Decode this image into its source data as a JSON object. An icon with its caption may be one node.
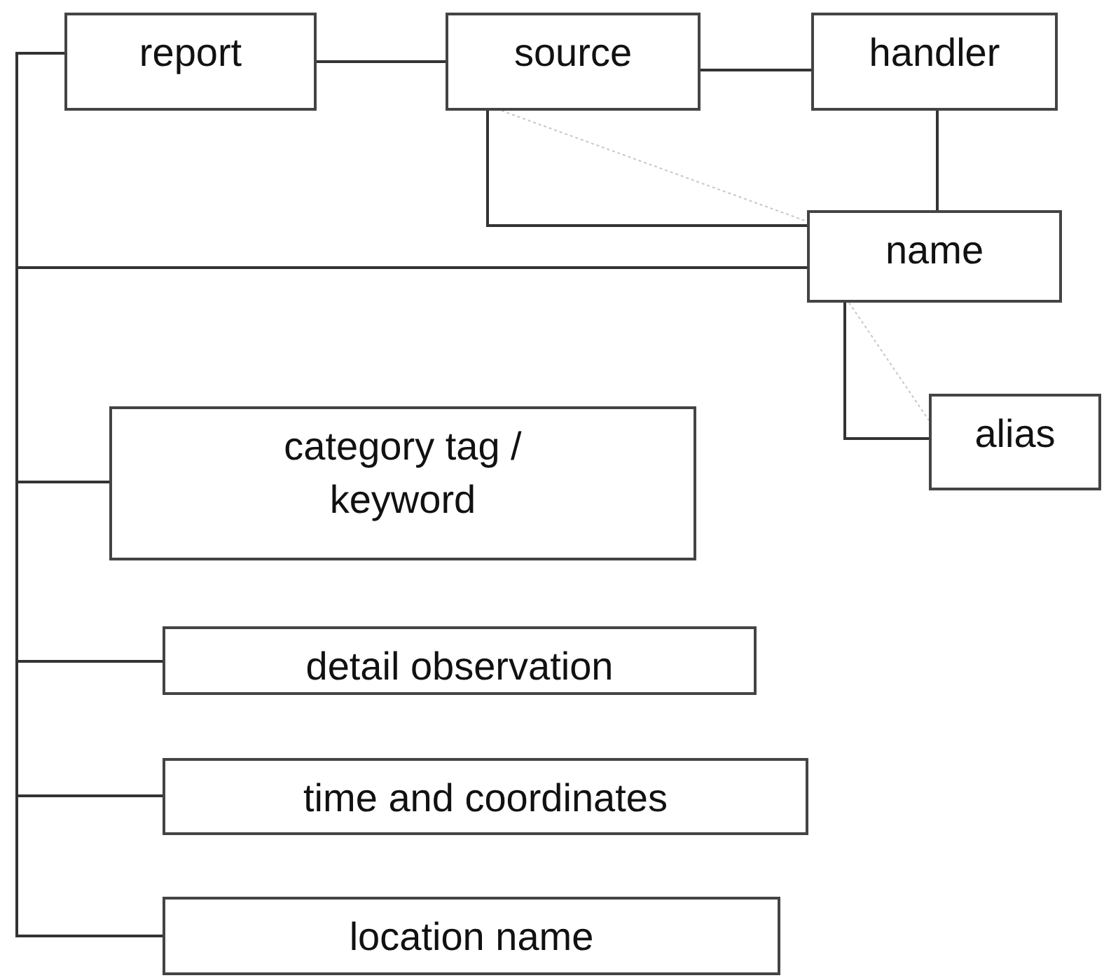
{
  "diagram": {
    "nodes": [
      {
        "text": [
          "report"
        ]
      },
      {
        "text": [
          "source"
        ]
      },
      {
        "text": [
          "handler"
        ]
      },
      {
        "text": [
          "name"
        ]
      },
      {
        "text": [
          "alias"
        ]
      },
      {
        "text": [
          "category tag / keyword"
        ]
      },
      {
        "text": [
          "detail observation"
        ]
      },
      {
        "text": [
          "time and coordinates"
        ]
      },
      {
        "text": [
          "location name"
        ]
      }
    ],
    "edges": [
      {
        "from": 0,
        "to": 1,
        "arrow": "none"
      },
      {
        "from": 1,
        "to": 2,
        "arrow": "none"
      },
      {
        "from": 2,
        "to": 3,
        "arrow": "none"
      },
      {
        "from": 1,
        "to": 3,
        "arrow": "none"
      },
      {
        "from": 1,
        "to": 3,
        "arrow": "none",
        "style": "dashed",
        "color": "#c8c8c8"
      },
      {
        "from": 3,
        "to": 4,
        "arrow": "none"
      },
      {
        "from": 3,
        "to": 4,
        "arrow": "none",
        "style": "dashed",
        "color": "#c8c8c8"
      },
      {
        "from": 0,
        "to": 3,
        "arrow": "none"
      },
      {
        "from": 0,
        "to": 5,
        "arrow": "none"
      },
      {
        "from": 0,
        "to": 6,
        "arrow": "none"
      },
      {
        "from": 0,
        "to": 7,
        "arrow": "none"
      },
      {
        "from": 0,
        "to": 8,
        "arrow": "none"
      }
    ]
  }
}
